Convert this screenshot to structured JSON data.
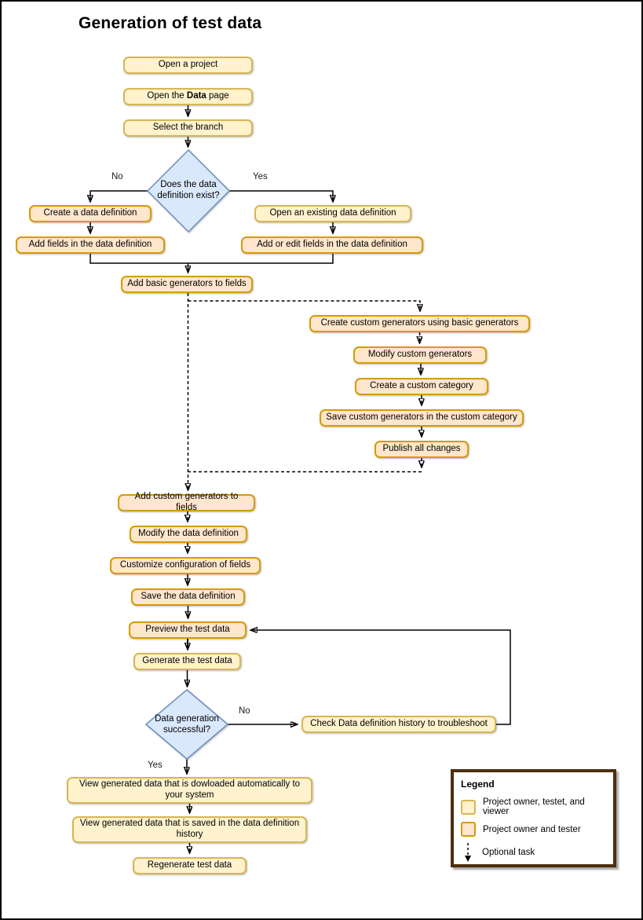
{
  "title": "Generation of test data",
  "nodes": {
    "open_project": {
      "label": "Open a project"
    },
    "open_data_page": {
      "pre": "Open the ",
      "bold": "Data",
      "post": " page"
    },
    "select_branch": {
      "label": "Select the branch"
    },
    "decision_definition_exists": {
      "label": "Does the data definition exist?"
    },
    "create_data_definition": {
      "label": "Create a data definition"
    },
    "open_existing_definition": {
      "label": "Open an existing data definition"
    },
    "add_fields": {
      "label": "Add fields in the data definition"
    },
    "add_edit_fields": {
      "label": "Add or edit fields in the data definition"
    },
    "add_basic_generators": {
      "label": "Add basic generators to fields"
    },
    "create_custom_generators": {
      "label": "Create custom generators using basic generators"
    },
    "modify_custom_generators": {
      "label": "Modify custom generators"
    },
    "create_custom_category": {
      "label": "Create a custom category"
    },
    "save_custom_generators": {
      "label": "Save custom generators in the custom category"
    },
    "publish_all_changes": {
      "label": "Publish all changes"
    },
    "add_custom_generators": {
      "label": "Add custom generators to fields"
    },
    "modify_data_definition": {
      "label": "Modify the data definition"
    },
    "customize_configuration": {
      "label": "Customize configuration of fields"
    },
    "save_data_definition": {
      "label": "Save the data definition"
    },
    "preview_test_data": {
      "label": "Preview the test data"
    },
    "generate_test_data": {
      "label": "Generate the test data"
    },
    "decision_generation_successful": {
      "label": "Data generation successful?"
    },
    "check_history": {
      "label": "Check Data definition history to troubleshoot"
    },
    "view_downloaded": {
      "label": "View generated data that is dowloaded automatically to your system"
    },
    "view_saved_history": {
      "label": "View generated data that is saved in the data definition history"
    },
    "regenerate": {
      "label": "Regenerate test data"
    }
  },
  "edge_labels": {
    "decision1_no": "No",
    "decision1_yes": "Yes",
    "decision2_no": "No",
    "decision2_yes": "Yes"
  },
  "legend": {
    "title": "Legend",
    "items": [
      {
        "swatch": "yellow-swatch",
        "label": "Project owner, testet, and viewer"
      },
      {
        "swatch": "orange-swatch",
        "label": "Project owner and tester"
      },
      {
        "swatch": "dashed-arrow",
        "label": "Optional task"
      }
    ]
  },
  "colors": {
    "role_all_fill": "#FFF2CC",
    "role_all_border": "#D6B656",
    "role_owner_tester_fill": "#FFE6CC",
    "role_owner_tester_border": "#D79B00",
    "decision_fill": "#DAE8FC",
    "decision_border": "#6C8EBF",
    "legend_border": "#4D2E0E",
    "connector": "#000000"
  }
}
